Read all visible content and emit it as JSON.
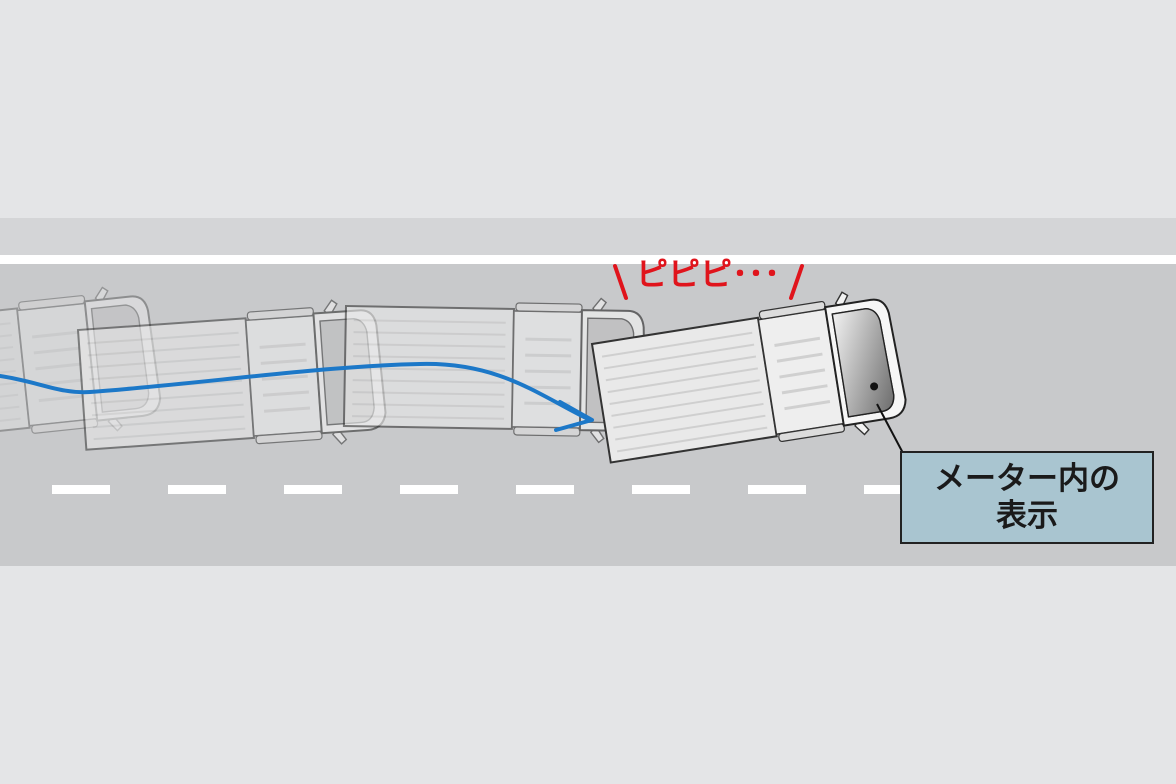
{
  "warning_sound": {
    "text": "ピピピ･･･",
    "color": "#e0141c"
  },
  "callout": {
    "label": "メーター内の\n表示",
    "background": "#a9c5d0"
  },
  "colors": {
    "background": "#e4e5e7",
    "road": "#c8c9cb",
    "shoulder": "#d4d5d7",
    "lane_marking": "#ffffff",
    "trajectory": "#1c78c8"
  },
  "trucks": [
    {
      "role": "ghost-1",
      "opacity": 0.35
    },
    {
      "role": "ghost-2",
      "opacity": 0.55
    },
    {
      "role": "current",
      "opacity": 1.0
    }
  ]
}
